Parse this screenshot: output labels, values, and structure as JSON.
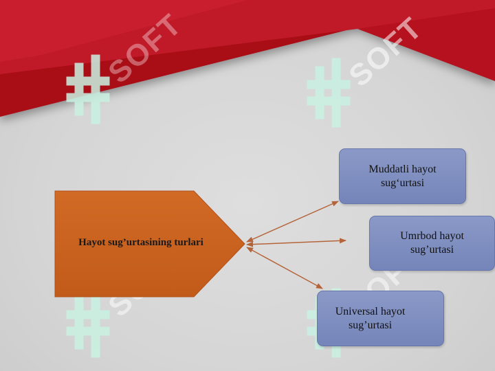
{
  "diagram": {
    "main_node": {
      "label": "Hayot sug’urtasining turlari",
      "color": "#c8611f"
    },
    "branches": [
      {
        "line1": "Muddatli hayot",
        "line2": "sug‘urtasi"
      },
      {
        "line1": "Umrbod hayot",
        "line2": "sug’urtasi"
      },
      {
        "line1": "Universal hayot",
        "line2": "sug’urtasi"
      }
    ],
    "box_color": "#7f8fc2",
    "arrow_color": "#b5643a"
  },
  "watermark": {
    "text": "SOFT",
    "icon": "soft-logo-icon",
    "color": "#ffffff"
  },
  "banner": {
    "colors": [
      "#b1101c",
      "#c41a2a",
      "#d4202d"
    ]
  }
}
